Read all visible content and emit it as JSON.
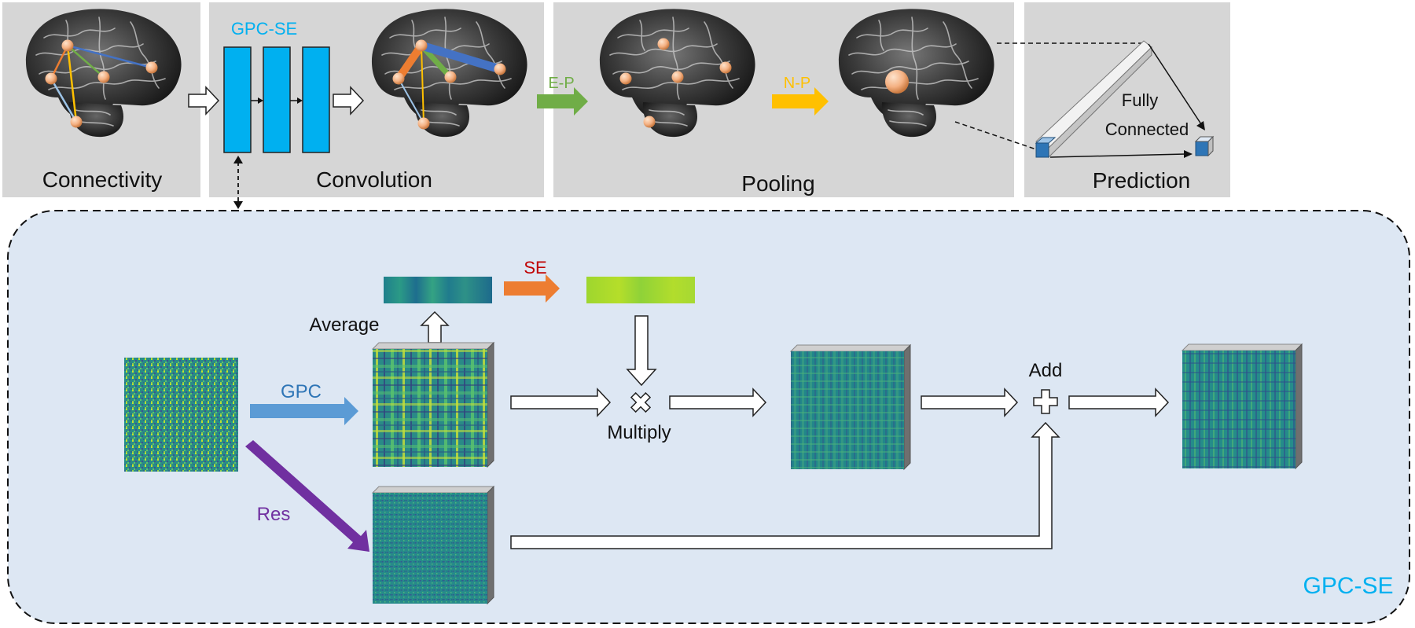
{
  "panels": {
    "connectivity": "Connectivity",
    "convolution": "Convolution",
    "pooling": "Pooling",
    "prediction": "Prediction"
  },
  "labels": {
    "gpc_se_top": "GPC-SE",
    "edge_pooling": "E-P",
    "node_pooling": "N-P",
    "fully_connected_line1": "Fully",
    "fully_connected_line2": "Connected"
  },
  "detail": {
    "average": "Average",
    "se": "SE",
    "gpc": "GPC",
    "res": "Res",
    "multiply": "Multiply",
    "add": "Add",
    "box_title": "GPC-SE"
  },
  "colors": {
    "panel_bg": "#d6d6d6",
    "detail_bg": "#dde7f3",
    "gpc_se_blue": "#00b0f0",
    "ep_green": "#70ad47",
    "np_yellow": "#ffc000",
    "se_orange": "#ed7d31",
    "gpc_blue": "#5b9bd5",
    "res_purple": "#7030a0",
    "se_red": "#c00000",
    "node_orange": "#f4b183",
    "brain_dark": "#3a3a3a"
  },
  "icons": [
    "brain-icon",
    "multiply-icon",
    "add-icon",
    "fully-connected-bar-icon"
  ]
}
